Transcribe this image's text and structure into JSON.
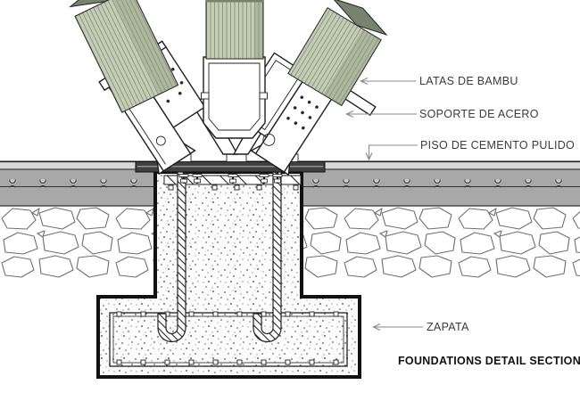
{
  "drawing": {
    "title": "FOUNDATIONS DETAIL SECTION",
    "labels": {
      "bamboo": "LATAS DE BAMBU",
      "steel": "SOPORTE DE ACERO",
      "floor": "PISO DE CEMENTO PULIDO",
      "footing": "ZAPATA"
    },
    "legend_icons": [
      "left-arrow-leader",
      "down-arrow-leader"
    ],
    "colors": {
      "bamboo_face": "#c6cdb7",
      "bamboo_side": "#aeb89f",
      "bamboo_cap": "#77836c",
      "bamboo_stripe": "#8d9a7e",
      "floor_finish": "#d8d8d8",
      "floor_slab": "#a8a8a8",
      "plate": "#404040",
      "plate_highlight": "#909090",
      "line": "#1f1f1f",
      "stone_line": "#6e6e6e",
      "leader": "#8a8a8a",
      "text": "#3b3b3b",
      "title": "#111111"
    }
  }
}
